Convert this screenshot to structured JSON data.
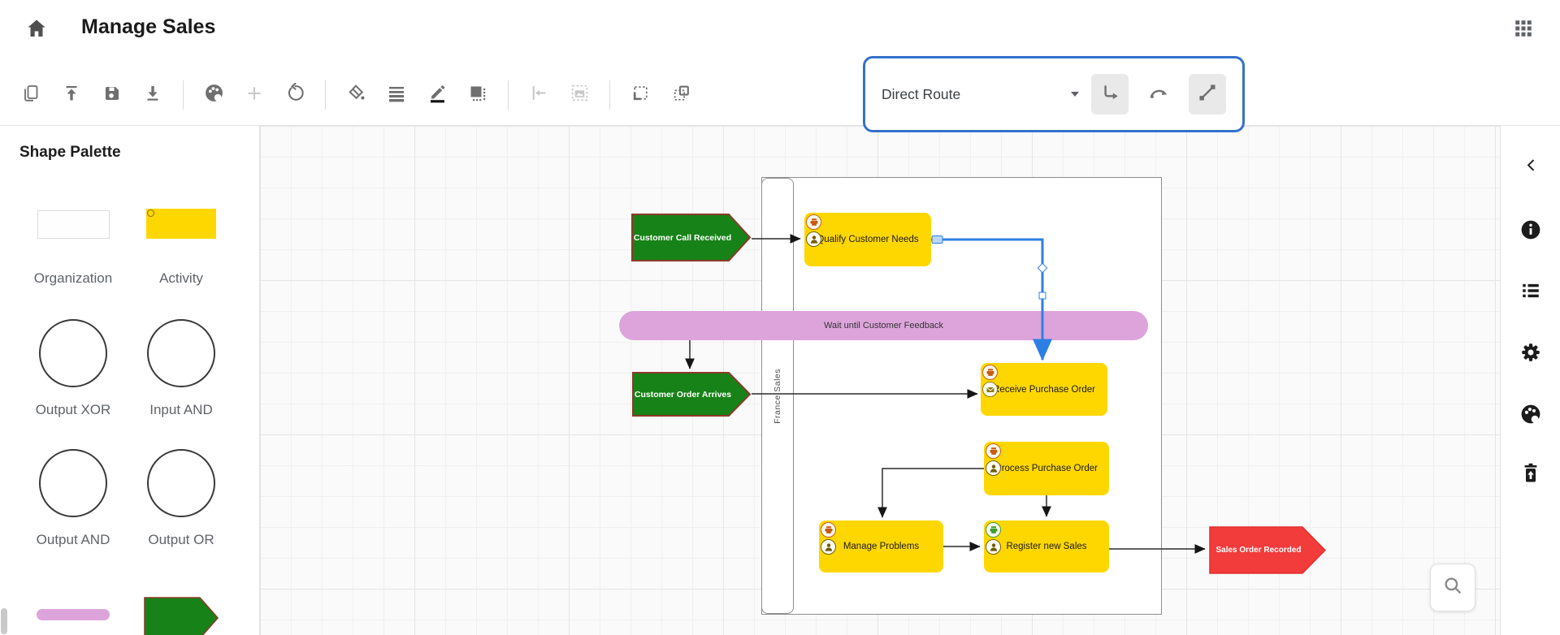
{
  "header": {
    "title": "Manage Sales",
    "icons": [
      "home-icon",
      "apps-grid-icon"
    ]
  },
  "toolbar": {
    "icons": [
      "copy-icon",
      "upload-icon",
      "save-icon",
      "download-icon",
      "palette-icon",
      "add-icon",
      "undo-icon",
      "fill-color-icon",
      "line-weight-icon",
      "pencil-color-icon",
      "shadow-icon",
      "align-left-icon",
      "image-fit-icon",
      "select-region-icon",
      "snap-grid-icon"
    ],
    "disabled_icons": [
      "add-icon",
      "align-left-icon",
      "image-fit-icon"
    ],
    "route_dropdown": {
      "value": "Direct Route",
      "caret": "chevron-down-icon"
    },
    "connector_buttons": [
      {
        "icon": "connector-orthogonal-icon",
        "active": true
      },
      {
        "icon": "connector-curve-icon",
        "active": false
      },
      {
        "icon": "connector-straight-icon",
        "active": true
      }
    ]
  },
  "palette": {
    "title": "Shape Palette",
    "items": [
      {
        "label": "Organization",
        "type": "rect-white"
      },
      {
        "label": "Activity",
        "type": "rect-yellow"
      },
      {
        "label": "Output XOR",
        "type": "circle"
      },
      {
        "label": "Input AND",
        "type": "circle"
      },
      {
        "label": "Output AND",
        "type": "circle"
      },
      {
        "label": "Output OR",
        "type": "circle"
      },
      {
        "label": "",
        "type": "wait-bar-pink"
      },
      {
        "label": "",
        "type": "event-arrow-green"
      }
    ]
  },
  "diagram": {
    "lane": {
      "label": "France Sales"
    },
    "nodes": [
      {
        "id": "event-customer-call",
        "label": "Customer Call Received",
        "kind": "event-green"
      },
      {
        "id": "activity-qualify",
        "label": "Qualify Customer Needs",
        "kind": "activity"
      },
      {
        "id": "wait-feedback",
        "label": "Wait until Customer Feedback",
        "kind": "wait-bar"
      },
      {
        "id": "event-order-arrives",
        "label": "Customer Order Arrives",
        "kind": "event-green"
      },
      {
        "id": "activity-receive",
        "label": "Receive Purchase Order",
        "kind": "activity"
      },
      {
        "id": "activity-process",
        "label": "Process Purchase Order",
        "kind": "activity"
      },
      {
        "id": "activity-manage",
        "label": "Manage Problems",
        "kind": "activity"
      },
      {
        "id": "activity-register",
        "label": "Register new Sales",
        "kind": "activity"
      },
      {
        "id": "event-sales-recorded",
        "label": "Sales Order Recorded",
        "kind": "event-red"
      }
    ],
    "selected_connector": {
      "from": "activity-qualify",
      "to": "activity-receive",
      "color": "#2d7fe3"
    }
  },
  "rail": {
    "icons": [
      "collapse-chevron-icon",
      "info-icon",
      "list-icon",
      "settings-gear-icon",
      "theme-palette-icon",
      "trash-restore-icon"
    ]
  },
  "canvas": {
    "zoom_button_icon": "magnifier-icon"
  },
  "colors": {
    "activity_fill": "#FFD700",
    "event_green": "#178217",
    "event_border": "#8B3A2A",
    "event_red": "#F23B3B",
    "wait_pink": "#DDA4DC",
    "selection_blue": "#2D7FE3",
    "highlight_border": "#3470CE",
    "toolbar_icon": "#6F6F6F",
    "rail_icon": "#1C1C1C"
  }
}
